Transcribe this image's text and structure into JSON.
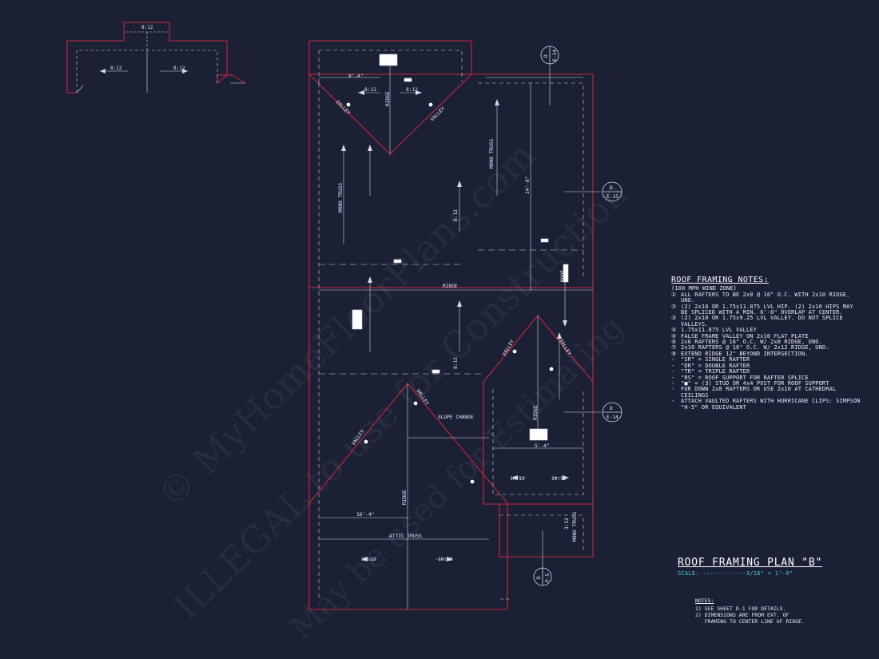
{
  "colors": {
    "background": "#1b2035",
    "roof_outline": "#c8283c",
    "linework": "#d6d9e2",
    "scale_text": "#3fd3e6"
  },
  "drawing": {
    "dimensions": {
      "dim_8_4": "8'-4\"",
      "dim_24_8": "24'-8\"",
      "dim_5_4": "5'-4\"",
      "dim_16_4": "16'-4\""
    },
    "labels": {
      "ridge": "RIDGE",
      "valley": "VALLEY",
      "mono_truss": "MONO TRUSS",
      "roof": "ROOF",
      "slope_change": "SLOPE CHANGE",
      "attic_truss": "ATTIC TRUSS",
      "pitch_8_12": "8:12",
      "pitch_10_12": "10:12",
      "pitch_3_12": "3:12"
    },
    "section_tags": [
      {
        "letter": "D",
        "sheet": "E-14"
      },
      {
        "letter": "D",
        "sheet": "E-15"
      },
      {
        "letter": "D",
        "sheet": "E-14"
      },
      {
        "letter": "D",
        "sheet": "P-5"
      }
    ]
  },
  "notes": {
    "title": "ROOF FRAMING NOTES:",
    "subtitle": "(100 MPH WIND ZONE)",
    "items": [
      {
        "num": "①",
        "text": "ALL RAFTERS TO BE 2x8 @ 16\" O.C. WITH 2x10 RIDGE, UNO."
      },
      {
        "num": "②",
        "text": "(2) 2x10 OR 1.75x11.875 LVL HIP. (2) 2x10 HIPS MAY BE SPLICED WITH A MIN. 6'-0\" OVERLAP AT CENTER."
      },
      {
        "num": "③",
        "text": "(2) 2x10 OR 1.75x9.25 LVL VALLEY. DO NOT SPLICE VALLEYS."
      },
      {
        "num": "④",
        "text": "1.75x11.875 LVL VALLEY"
      },
      {
        "num": "⑤",
        "text": "FALSE FRAME VALLEY ON 2x10 FLAT PLATE"
      },
      {
        "num": "⑥",
        "text": "2x6 RAFTERS @ 16\" O.C. W/ 2x8 RIDGE, UNO."
      },
      {
        "num": "⑦",
        "text": "2x10 RAFTERS @ 16\" O.C. W/ 2x12 RIDGE, UNO."
      },
      {
        "num": "⑧",
        "text": "EXTEND RIDGE 12\" BEYOND INTERSECTION."
      },
      {
        "num": "-",
        "text": "\"SR\" = SINGLE RAFTER"
      },
      {
        "num": "-",
        "text": "\"DR\" = DOUBLE RAFTER"
      },
      {
        "num": "-",
        "text": "\"TR\" = TRIPLE RAFTER"
      },
      {
        "num": "-",
        "text": "\"RS\" = ROOF SUPPORT FOR RAFTER SPLICE"
      },
      {
        "num": "-",
        "text": "\"■\" = (3) STUD OR 4x4 POST FOR ROOF SUPPORT"
      },
      {
        "num": "-",
        "text": "FUR DOWN 2x8 RAFTERS OR USE 2x10 AT CATHEDRAL CEILINGS"
      },
      {
        "num": "-",
        "text": "ATTACH VAULTED RAFTERS WITH HURRICANE CLIPS: SIMPSON \"H-5\" OR EQUIVALENT"
      }
    ]
  },
  "title_block": {
    "title": "ROOF FRAMING PLAN \"B\"",
    "scale": "SCALE: ------------3/16\" = 1'-0\""
  },
  "footnotes": {
    "title": "NOTES:",
    "items": [
      "1) SEE SHEET D-1 FOR DETAILS.",
      "2) DIMENSIONS ARE FROM EXT. OF",
      "   FRAMING TO CENTER LINE OF RIDGE."
    ]
  },
  "watermark": {
    "line1": "© MyHomeFloorPlans.com",
    "line2": "ILLEGAL to use for Construction",
    "line3": "May be used for Estimating"
  }
}
